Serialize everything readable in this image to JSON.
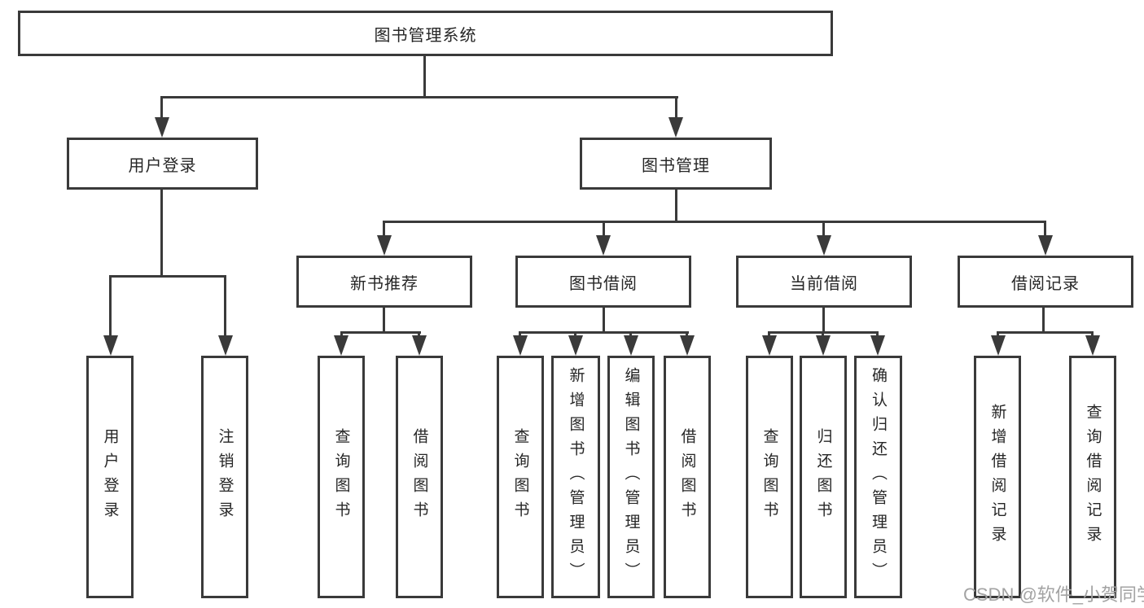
{
  "diagram": {
    "root": {
      "label": "图书管理系统"
    },
    "branches": {
      "user_login": {
        "label": "用户登录",
        "children": [
          {
            "label": "用户登录"
          },
          {
            "label": "注销登录"
          }
        ]
      },
      "book_mgmt": {
        "label": "图书管理",
        "sections": {
          "new_book": {
            "label": "新书推荐",
            "children": [
              {
                "label": "查询图书"
              },
              {
                "label": "借阅图书"
              }
            ]
          },
          "borrow": {
            "label": "图书借阅",
            "children": [
              {
                "label": "查询图书"
              },
              {
                "label": "新增图书（管理员）"
              },
              {
                "label": "编辑图书（管理员）"
              },
              {
                "label": "借阅图书"
              }
            ]
          },
          "current": {
            "label": "当前借阅",
            "children": [
              {
                "label": "查询图书"
              },
              {
                "label": "归还图书"
              },
              {
                "label": "确认归还（管理员）"
              }
            ]
          },
          "records": {
            "label": "借阅记录",
            "children": [
              {
                "label": "新增借阅记录"
              },
              {
                "label": "查询借阅记录"
              }
            ]
          }
        }
      }
    }
  },
  "watermark": {
    "text": "CSDN @软件_小贺同学"
  },
  "colors": {
    "line": "#3a3a3a",
    "text": "#262626",
    "watermark": "#a3a3a3",
    "background": "#ffffff"
  }
}
